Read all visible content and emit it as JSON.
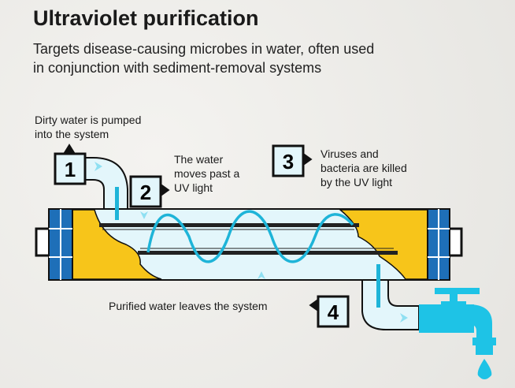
{
  "title": "Ultraviolet purification",
  "subtitle_line1": "Targets disease-causing microbes in water, often used",
  "subtitle_line2": "in conjunction with sediment-removal systems",
  "steps": [
    {
      "num": "1",
      "line1": "Dirty water is pumped",
      "line2": "into the system",
      "line3": ""
    },
    {
      "num": "2",
      "line1": "The water",
      "line2": "moves past a",
      "line3": "UV light"
    },
    {
      "num": "3",
      "line1": "Viruses and",
      "line2": "bacteria are killed",
      "line3": "by the UV light"
    },
    {
      "num": "4",
      "line1": "Purified water leaves the system",
      "line2": "",
      "line3": ""
    }
  ],
  "colors": {
    "water": "#e3f6fb",
    "flow": "#1eb4d8",
    "yellow": "#f7c51a",
    "cap": "#1e6fb8",
    "faucet": "#1ec3e6"
  }
}
